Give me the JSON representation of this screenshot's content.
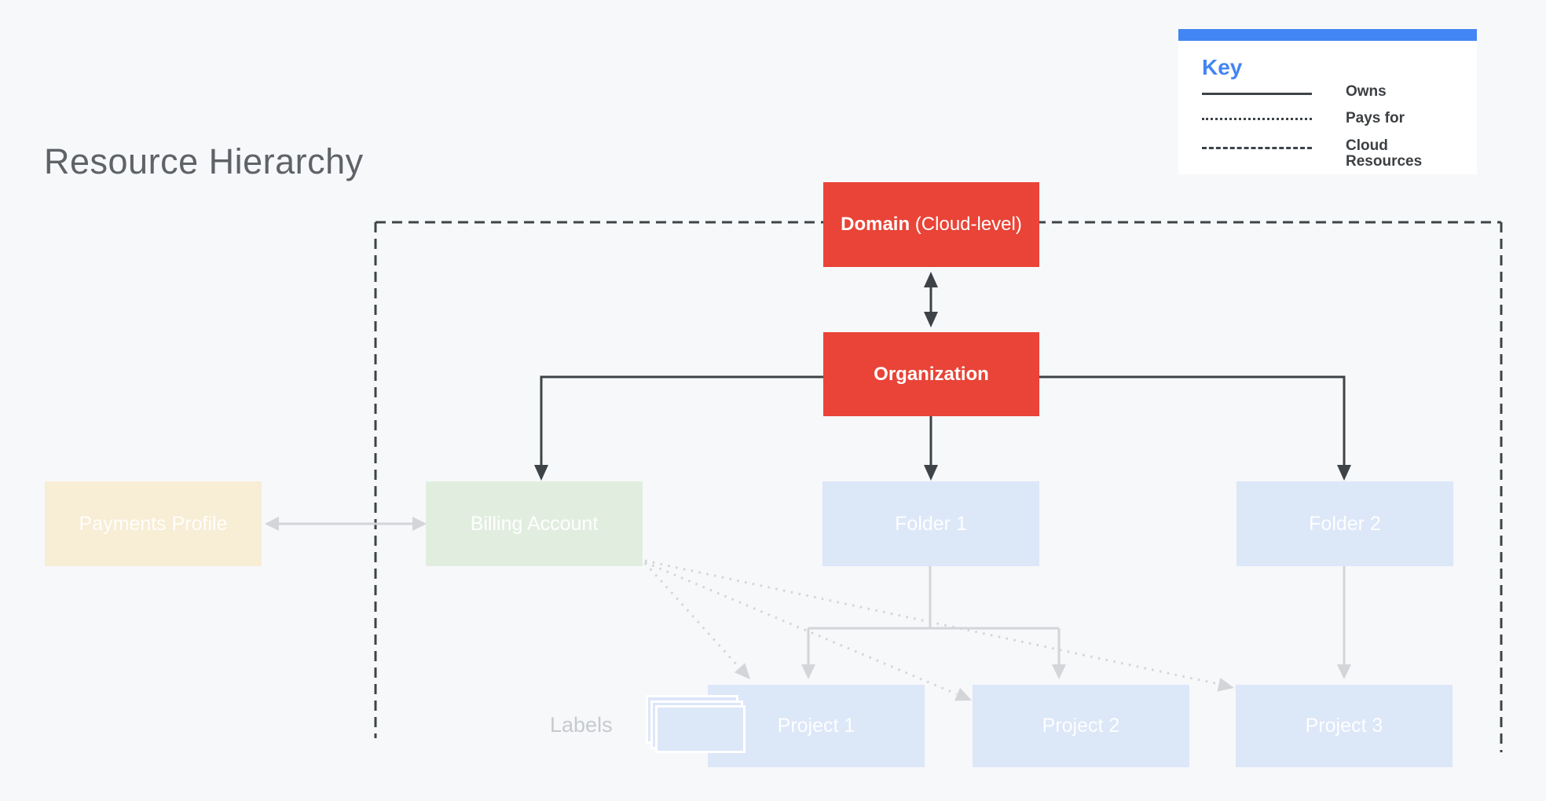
{
  "title": "Resource Hierarchy",
  "legend": {
    "heading": "Key",
    "items": [
      {
        "line_style": "solid",
        "label": "Owns"
      },
      {
        "line_style": "dotted",
        "label": "Pays for"
      },
      {
        "line_style": "dashed",
        "label": "Cloud Resources"
      }
    ]
  },
  "nodes": {
    "domain": {
      "label_bold": "Domain",
      "label_suffix": " (Cloud-level)"
    },
    "organization": {
      "label": "Organization"
    },
    "payments_profile": {
      "label": "Payments Profile"
    },
    "billing_account": {
      "label": "Billing Account"
    },
    "folder1": {
      "label": "Folder 1"
    },
    "folder2": {
      "label": "Folder 2"
    },
    "project1": {
      "label": "Project 1"
    },
    "project2": {
      "label": "Project 2"
    },
    "project3": {
      "label": "Project 3"
    }
  },
  "annotations": {
    "labels_caption": "Labels"
  },
  "colors": {
    "background": "#f7f8fa",
    "red": "#e94437",
    "blue_accent": "#4285f4",
    "pale_blue": "#dce7f8",
    "pale_green": "#e1eedf",
    "pale_tan": "#f8edd5",
    "dark_line": "#3e4347",
    "gray_line": "#d3d5d8",
    "title_gray": "#5f6368",
    "label_gray": "#c6cace",
    "legend_text": "#3c4043",
    "white_text": "#ffffff"
  }
}
